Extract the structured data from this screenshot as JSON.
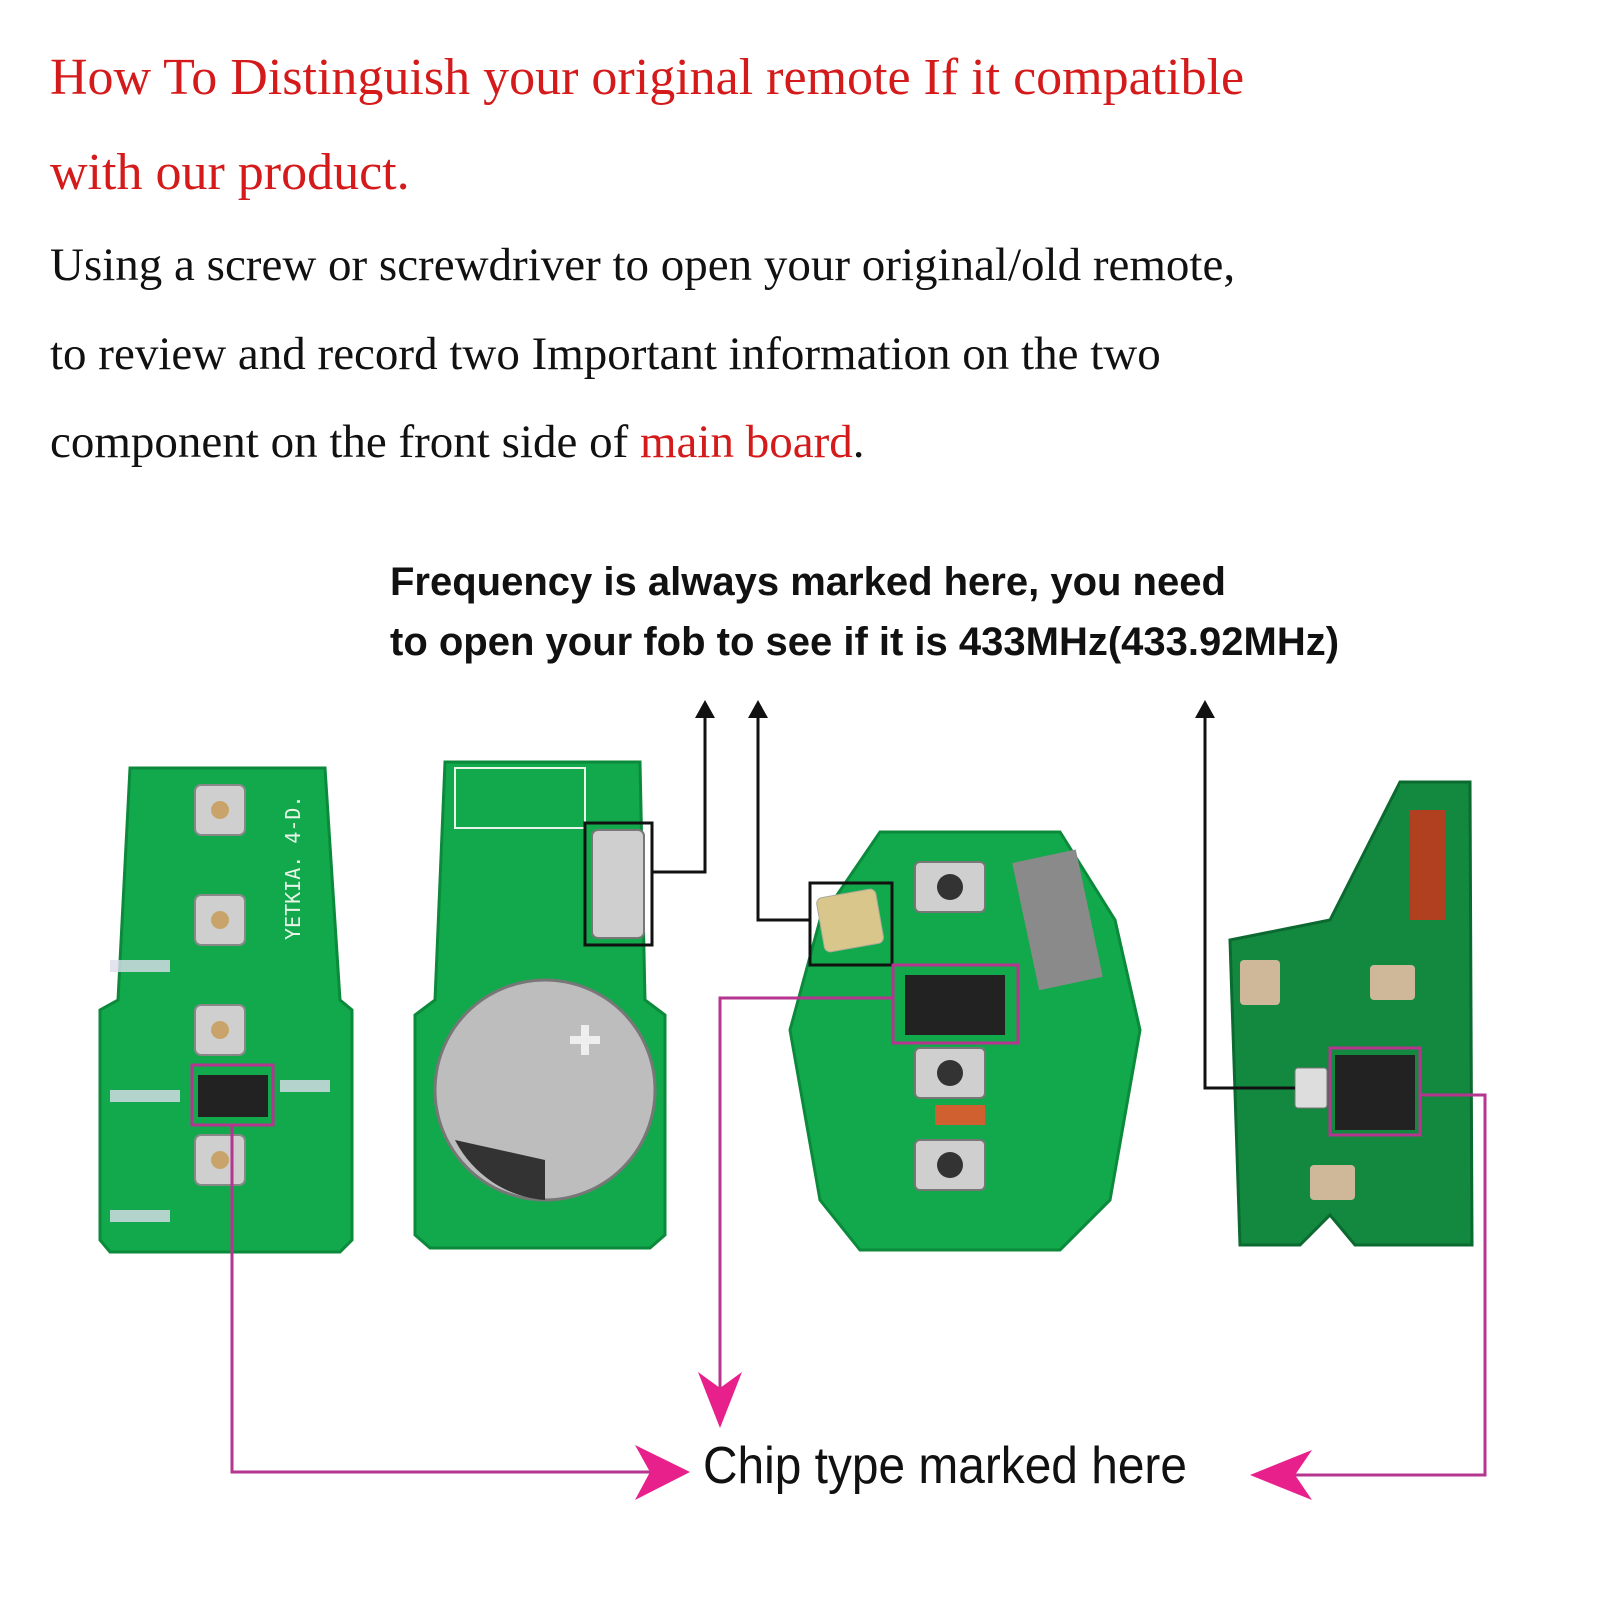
{
  "heading": {
    "line1": "How To Distinguish your original remote If it compatible",
    "line2": "with our product."
  },
  "instructions": {
    "line1": "Using a screw or screwdriver to open your original/old remote,",
    "line2": "to review and record two Important information on the two",
    "line3_prefix": "component on the front side of ",
    "line3_highlight": "main board",
    "line3_suffix": "."
  },
  "frequency_note": {
    "line1": "Frequency is always marked here, you need",
    "line2": "to open your fob to see if it is 433MHz(433.92MHz)"
  },
  "chip_note": "Chip type marked here",
  "board_label": "YETKIA. 4-D.",
  "colors": {
    "accent_red": "#d41a1a",
    "pcb_green": "#12a84c",
    "pointer_magenta": "#b5358f",
    "arrow_pink": "#e8208c"
  }
}
